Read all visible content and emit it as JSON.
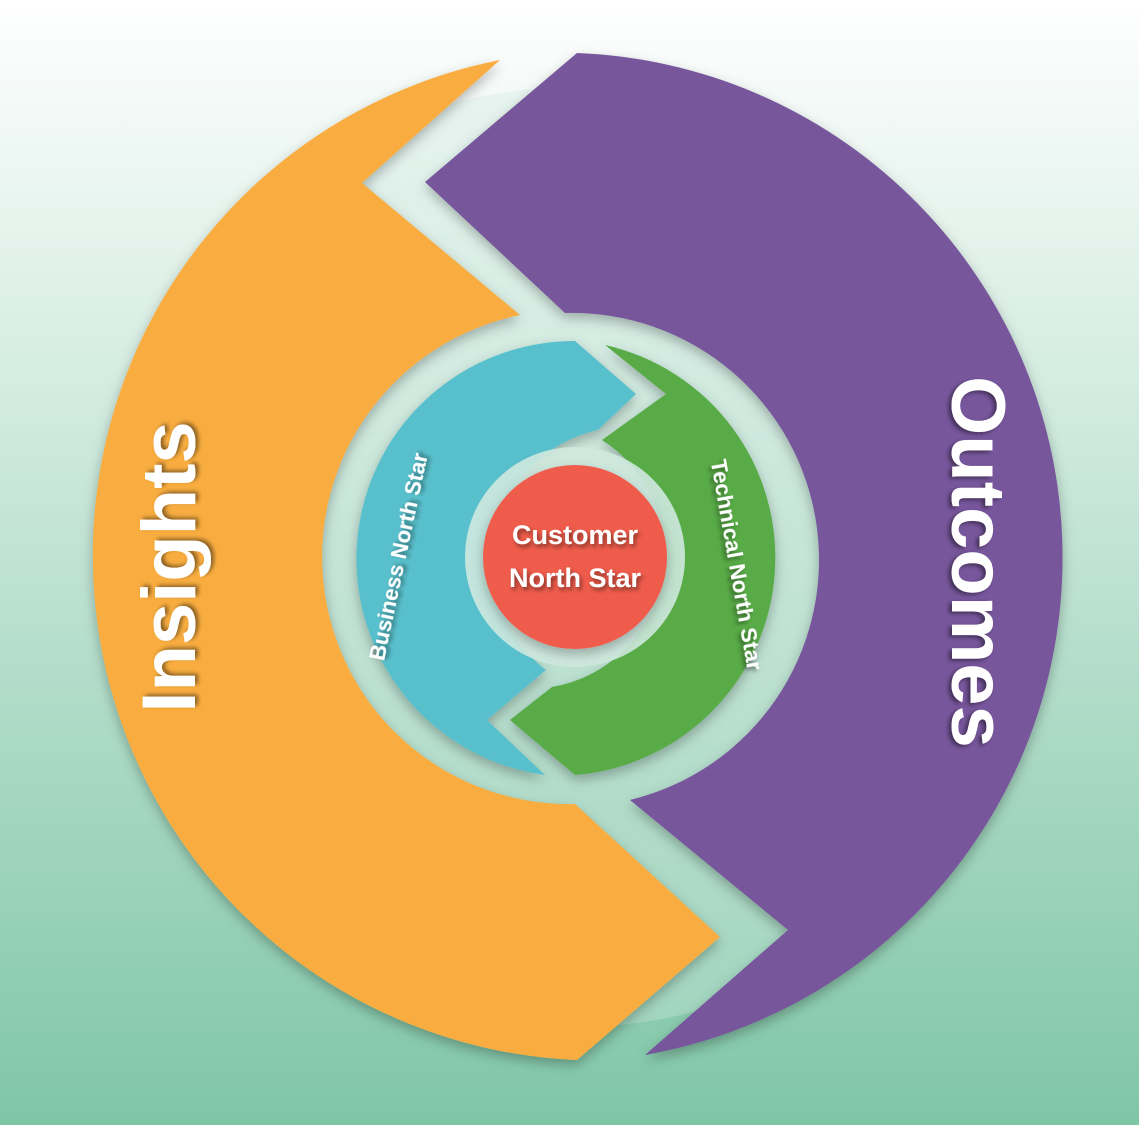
{
  "outer": {
    "left_label": "Insights",
    "right_label": "Outcomes"
  },
  "inner": {
    "left_label": "Business North Star",
    "right_label": "Technical North Star"
  },
  "center": {
    "line1": "Customer",
    "line2": "North Star"
  },
  "colors": {
    "background_top": "#ffffff",
    "background_bottom": "#7fc6a6",
    "insights": "#f9ad40",
    "outcomes": "#77579c",
    "business": "#59c0cc",
    "technical": "#58ab47",
    "customer": "#ef5b4b",
    "gap": "#cfe9df"
  }
}
